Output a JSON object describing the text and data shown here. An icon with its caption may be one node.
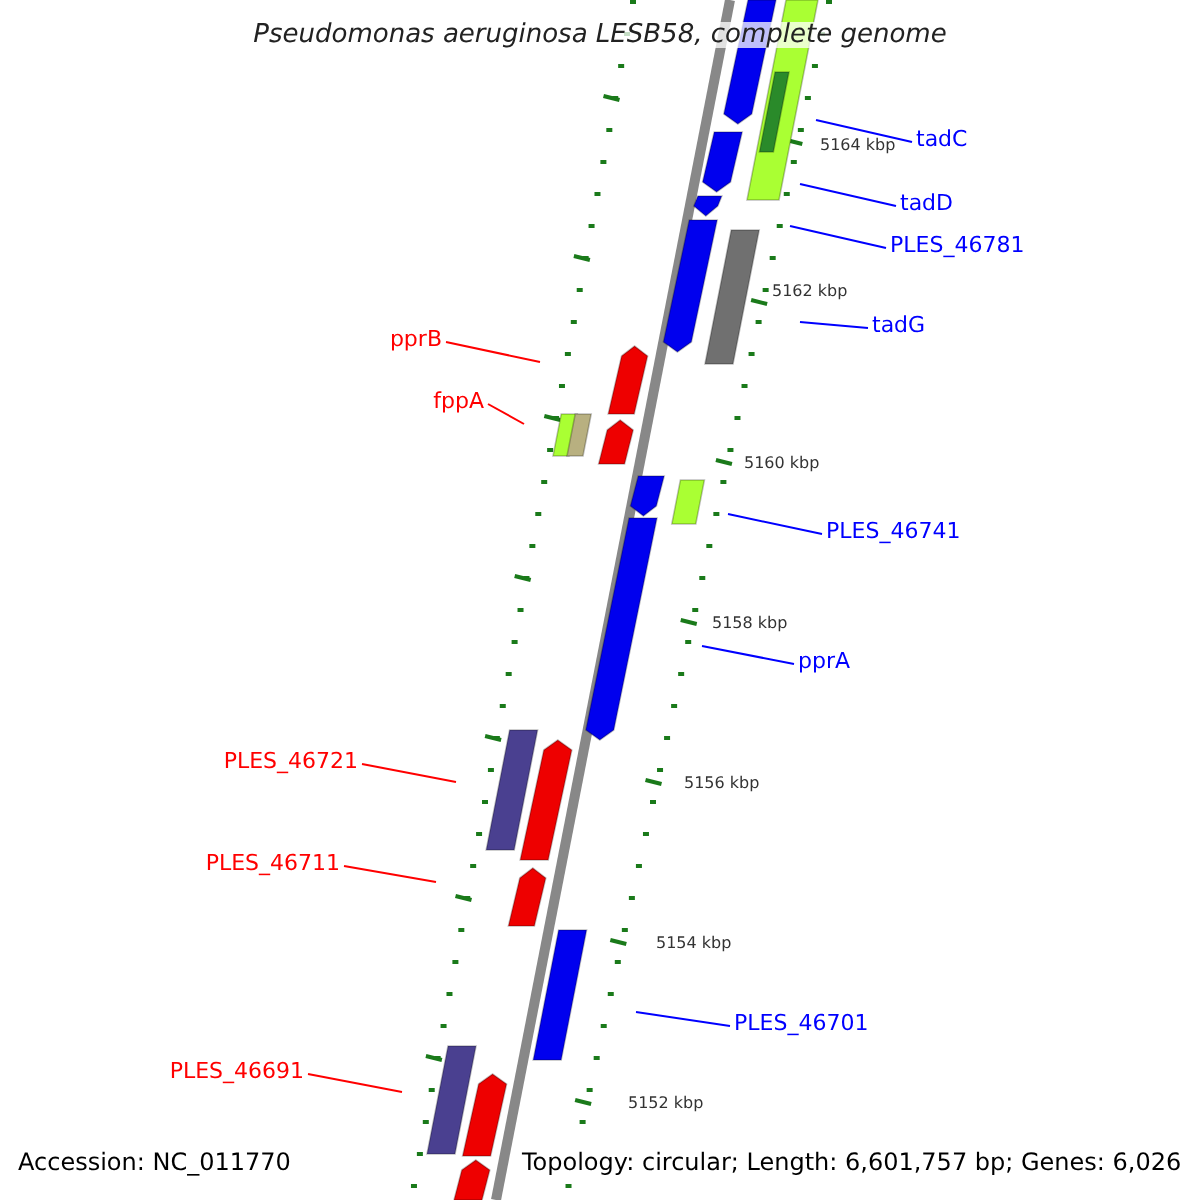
{
  "diagram": {
    "title": "Pseudomonas aeruginosa LESB58, complete genome",
    "nodes": [
      {
        "text": [
          "tadC"
        ]
      },
      {
        "text": [
          "tadD"
        ]
      },
      {
        "text": [
          "PLES_46781"
        ]
      },
      {
        "text": [
          "tadG"
        ]
      },
      {
        "text": [
          "pprB"
        ]
      },
      {
        "text": [
          "fppA"
        ]
      },
      {
        "text": [
          "PLES_46741"
        ]
      },
      {
        "text": [
          "pprA"
        ]
      },
      {
        "text": [
          "PLES_46721"
        ]
      },
      {
        "text": [
          "PLES_46711"
        ]
      },
      {
        "text": [
          "PLES_46701"
        ]
      },
      {
        "text": [
          "PLES_46691"
        ]
      }
    ],
    "edges": [
      {
        "from": 0,
        "to": null,
        "arrow": "none"
      },
      {
        "from": 1,
        "to": null,
        "arrow": "none"
      },
      {
        "from": 2,
        "to": null,
        "arrow": "none"
      },
      {
        "from": 3,
        "to": null,
        "arrow": "none"
      },
      {
        "from": 4,
        "to": null,
        "arrow": "none",
        "color": "#ff0000"
      },
      {
        "from": 5,
        "to": null,
        "arrow": "none",
        "color": "#ff0000"
      },
      {
        "from": 6,
        "to": null,
        "arrow": "none"
      },
      {
        "from": 7,
        "to": null,
        "arrow": "none"
      },
      {
        "from": 8,
        "to": null,
        "arrow": "none",
        "color": "#ff0000"
      },
      {
        "from": 9,
        "to": null,
        "arrow": "none",
        "color": "#ff0000"
      },
      {
        "from": 10,
        "to": null,
        "arrow": "none"
      },
      {
        "from": 11,
        "to": null,
        "arrow": "none",
        "color": "#ff0000"
      }
    ],
    "labels": [
      "5164 kbp",
      "5162 kbp",
      "5160 kbp",
      "5158 kbp",
      "5156 kbp",
      "5154 kbp",
      "5152 kbp",
      "Accession: NC_011770",
      "Topology: circular; Length: 6,601,757 bp; Genes: 6,026"
    ]
  }
}
